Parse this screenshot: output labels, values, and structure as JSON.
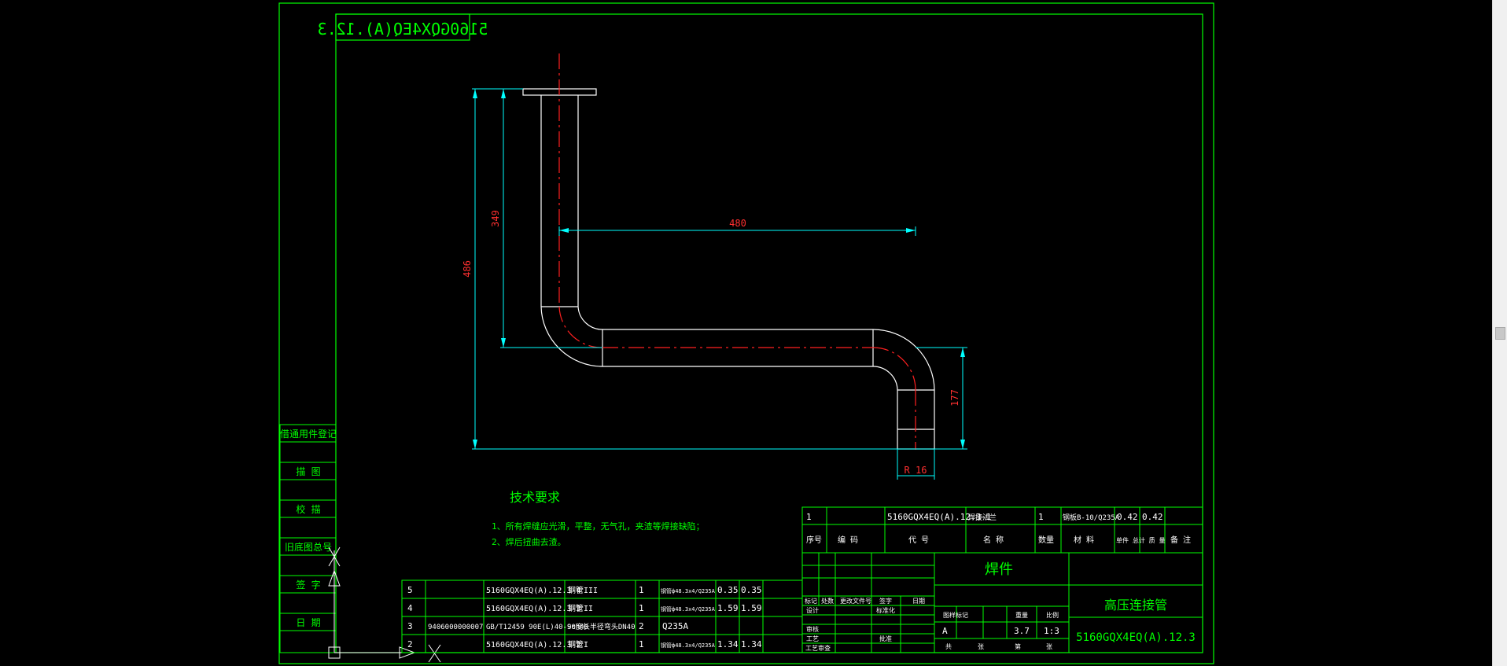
{
  "colors": {
    "background": "#000000",
    "frame": "#00ff00",
    "geometry": "#ffffff",
    "centerline": "#ff2020",
    "dimension": "#00ffff",
    "dim_text": "#ff3030",
    "text": "#00ff00",
    "table_text": "#ffffff"
  },
  "drawing": {
    "mirrored_code": "5160GQX4EQ(A).12.3",
    "dimensions": {
      "total_height": "486",
      "upper_height": "349",
      "horizontal": "480",
      "lower_height": "177",
      "bend_radius": "R 16"
    },
    "technical_requirements": {
      "title": "技术要求",
      "items": [
        "1、所有焊缝应光滑，平整，无气孔，夹渣等焊接缺陷；",
        "2、焊后扭曲去渣。"
      ]
    }
  },
  "side_labels": [
    "借通用件登记",
    "描 图",
    "校 描",
    "旧底图总号",
    "签 字",
    "日 期"
  ],
  "parts_table": {
    "rows": [
      [
        "1",
        "",
        "5160GQX4EQ(A).12.3-1",
        "焊接法兰",
        "1",
        "钢板B-10/Q235A",
        "0.42",
        "0.42",
        ""
      ],
      [
        "序号",
        "编 码",
        "代 号",
        "名 称",
        "数量",
        "材 料",
        "单件 总计 质 量",
        "",
        "备 注"
      ]
    ],
    "lower_rows": [
      [
        "5",
        "",
        "5160GQX4EQ(A).12.3-4",
        "钢管III",
        "1",
        "钢管ф48.3x4/Q235A",
        "0.35",
        "0.35"
      ],
      [
        "4",
        "",
        "5160GQX4EQ(A).12.3-3",
        "钢管II",
        "1",
        "钢管ф48.3x4/Q235A",
        "1.59",
        "1.59"
      ],
      [
        "3",
        "9406000000007",
        "GB/T12459 90E(L)40-Sch40",
        "90度长半径弯头DN40",
        "2",
        "Q235A",
        "",
        ""
      ],
      [
        "2",
        "",
        "5160GQX4EQ(A).12.3-2",
        "钢管I",
        "1",
        "钢管ф48.3x4/Q235A",
        "1.34",
        "1.34"
      ]
    ]
  },
  "title_block": {
    "process": "焊件",
    "name": "高压连接管",
    "code": "5160GQX4EQ(A).12.3",
    "revision_headers": [
      "标记",
      "处数",
      "更改文件号",
      "签字",
      "日期"
    ],
    "signature_labels": [
      "设计",
      "标准化",
      "审核",
      "工艺",
      "批准",
      "工艺审查"
    ],
    "stage_headers": [
      "图样标记",
      "重量",
      "比例"
    ],
    "stage_mark": "A",
    "weight": "3.7",
    "scale": "1:3",
    "sheet_labels": [
      "共",
      "张",
      "第",
      "张"
    ]
  }
}
